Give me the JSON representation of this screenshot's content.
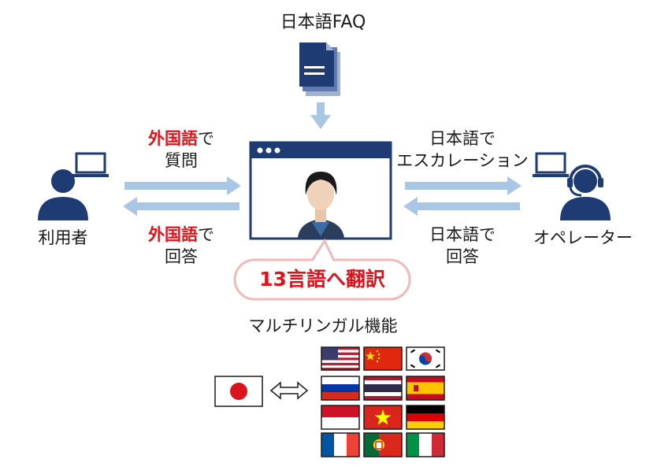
{
  "faq": {
    "title": "日本語FAQ",
    "icon": "document-stack-icon"
  },
  "user": {
    "label": "利用者",
    "icon": "user-laptop-icon"
  },
  "operator": {
    "label": "オペレーター",
    "icon": "operator-headset-icon"
  },
  "left_top": {
    "highlight": "外国語",
    "rest": "で",
    "line2": "質問"
  },
  "left_bottom": {
    "highlight": "外国語",
    "rest": "で",
    "line2": "回答"
  },
  "right_top": {
    "line1": "日本語で",
    "line2": "エスカレーション"
  },
  "right_bottom": {
    "line1": "日本語で",
    "line2": "回答"
  },
  "bubble": {
    "text": "13言語へ翻訳"
  },
  "multilingual": {
    "label": "マルチリンガル機能"
  },
  "flags": {
    "source": "japan-flag-icon",
    "arrow": "double-arrow-icon",
    "targets": [
      "usa-flag-icon",
      "china-flag-icon",
      "korea-flag-icon",
      "russia-flag-icon",
      "thailand-flag-icon",
      "spain-flag-icon",
      "indonesia-flag-icon",
      "vietnam-flag-icon",
      "germany-flag-icon",
      "france-flag-icon",
      "portugal-flag-icon",
      "italy-flag-icon"
    ]
  },
  "colors": {
    "navy": "#1f3b73",
    "arrow_blue": "#a9c6e4",
    "red": "#d9141c"
  }
}
